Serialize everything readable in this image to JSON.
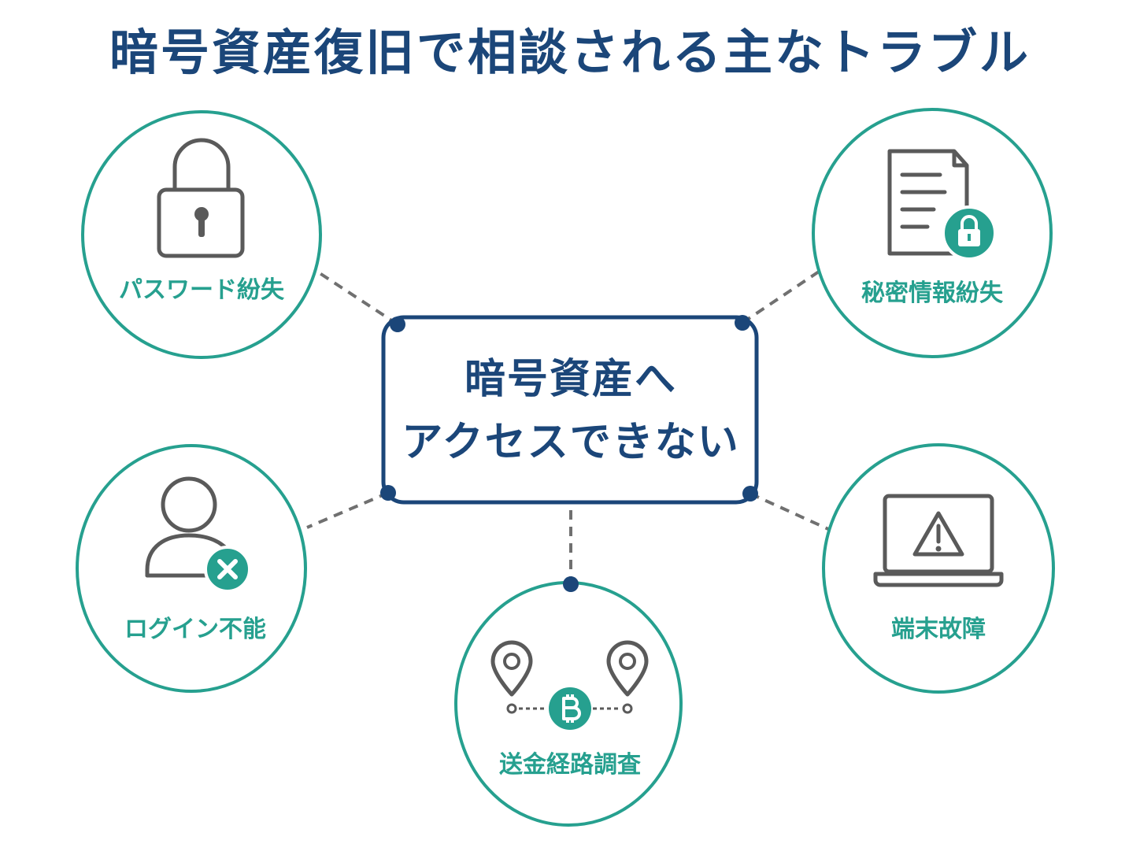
{
  "title": "暗号資産復旧で相談される主なトラブル",
  "center": {
    "line1": "暗号資産へ",
    "line2": "アクセスできない"
  },
  "nodes": [
    {
      "label": "パスワード紛失",
      "icon": "lock-icon"
    },
    {
      "label": "秘密情報紛失",
      "icon": "locked-document-icon"
    },
    {
      "label": "ログイン不能",
      "icon": "user-blocked-icon"
    },
    {
      "label": "端末故障",
      "icon": "laptop-warning-icon"
    },
    {
      "label": "送金経路調査",
      "icon": "bitcoin-route-icon"
    }
  ],
  "colors": {
    "navy": "#1b4679",
    "teal": "#26a08f",
    "icon_gray": "#5a5a5a",
    "connector": "#707070"
  }
}
